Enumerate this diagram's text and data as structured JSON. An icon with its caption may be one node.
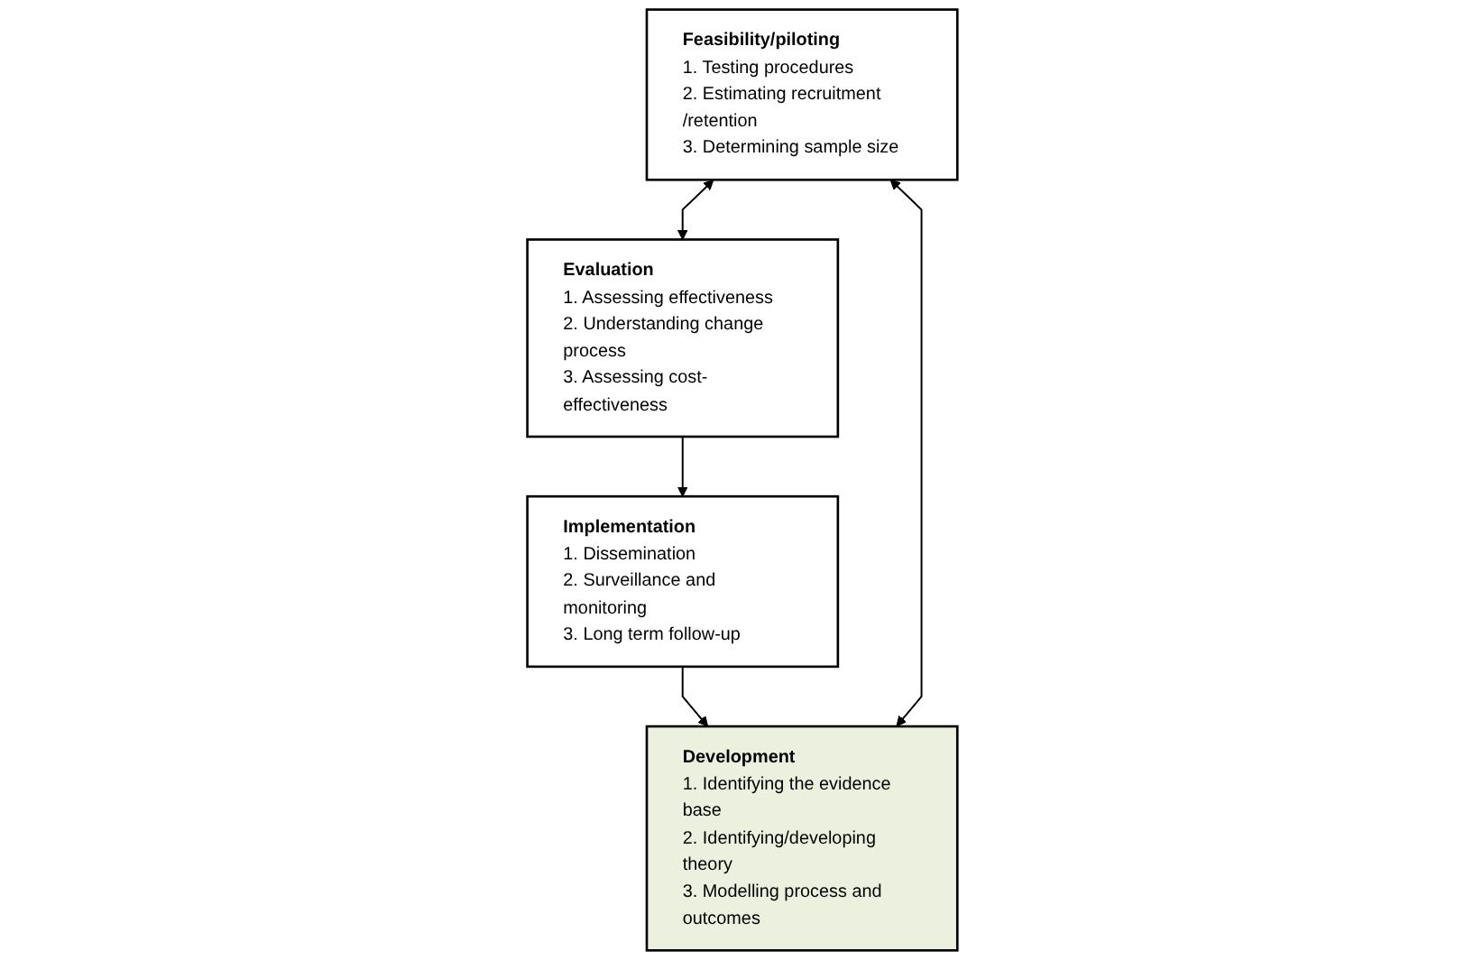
{
  "diagram": {
    "nodes": [
      {
        "text": [
          "Feasibility/piloting",
          "1. Testing procedures",
          "2. Estimating recruitment /retention",
          "3. Determining sample size"
        ]
      },
      {
        "text": [
          "Development",
          "1. Identifying the evidence base",
          "2. Identifying/developing theory",
          "3. Modelling process and outcomes"
        ]
      },
      {
        "text": [
          "Evaluation",
          "1. Assessing effectiveness",
          "2. Understanding change process",
          "3. Assessing cost-effectiveness"
        ]
      },
      {
        "text": [
          "Implementation",
          "1. Dissemination",
          "2. Surveillance and monitoring",
          "3. Long term follow-up"
        ]
      }
    ],
    "edges": [
      {
        "from": 1,
        "to": 0,
        "arrow": "both"
      },
      {
        "from": 0,
        "to": 2,
        "arrow": "both"
      },
      {
        "from": 2,
        "to": 3,
        "arrow": "to"
      },
      {
        "from": 3,
        "to": 1,
        "arrow": "to"
      }
    ]
  }
}
